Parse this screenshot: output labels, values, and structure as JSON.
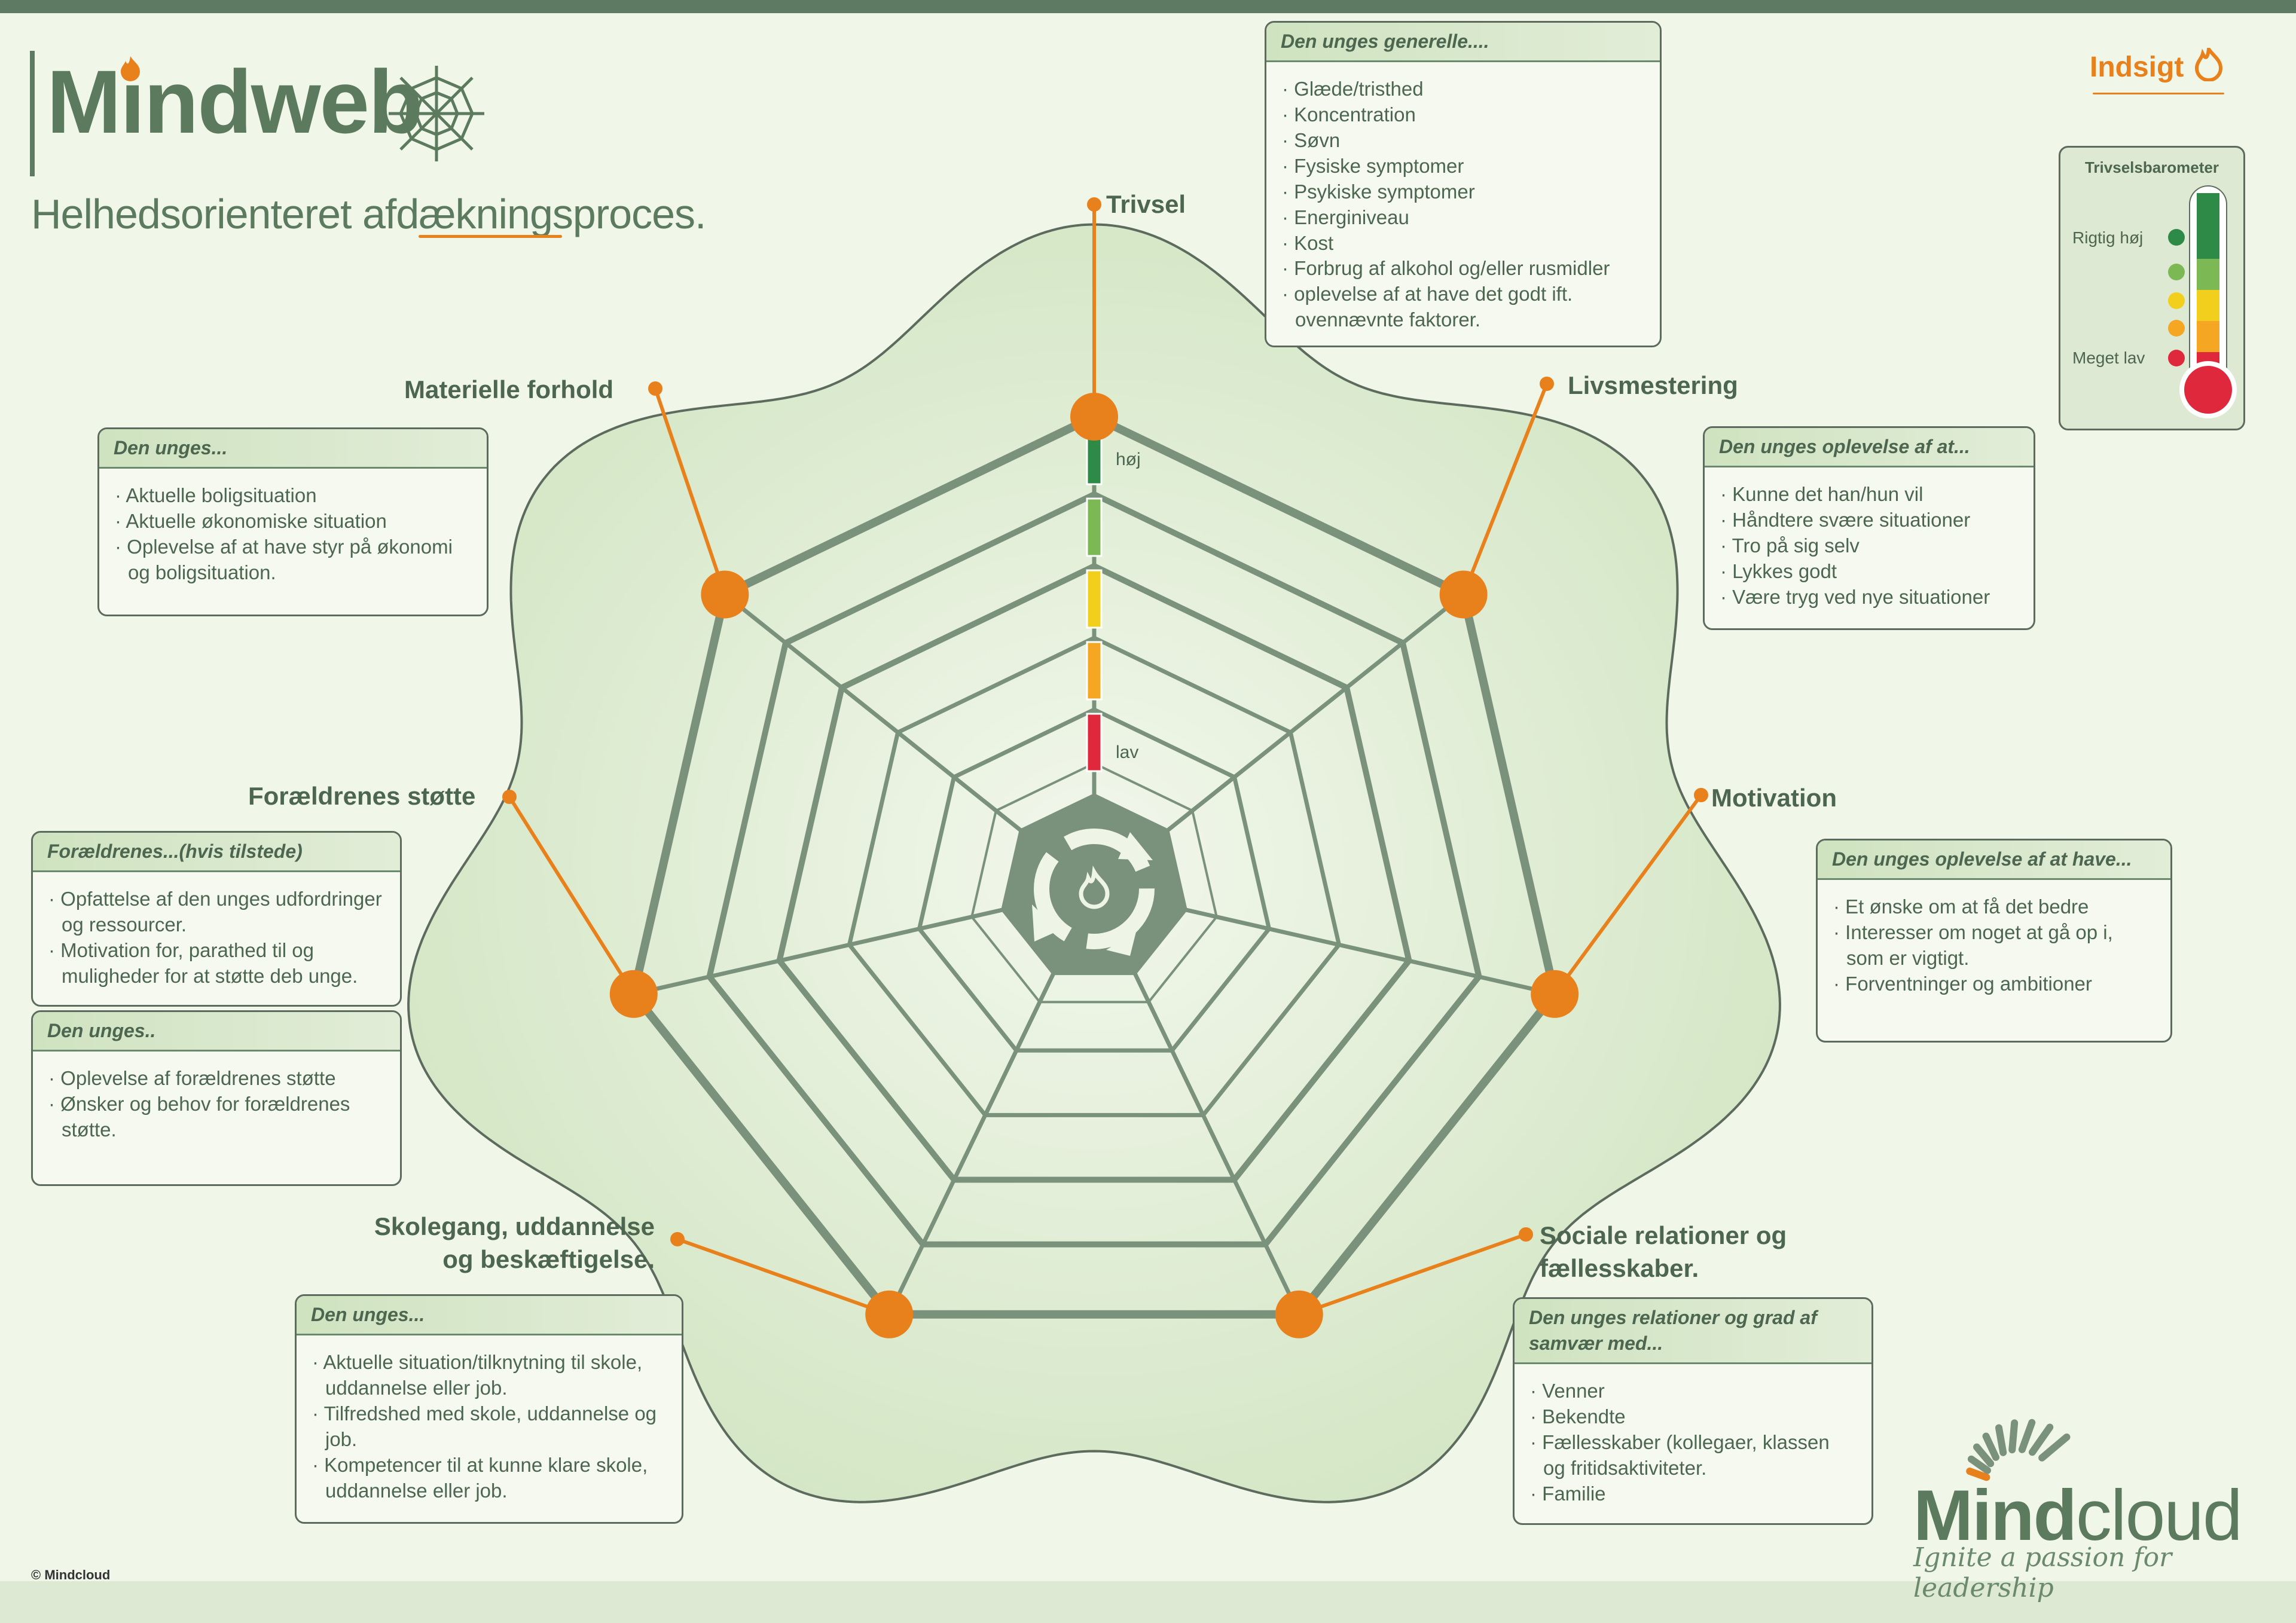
{
  "header": {
    "logo": "Mindweb",
    "subtitle": "Helhedsorienteret afdækningsproces.",
    "insight": "Indsigt",
    "copyright": "© Mindcloud"
  },
  "scale": {
    "high": "høj",
    "low": "lav"
  },
  "axes": [
    {
      "label": "Trivsel"
    },
    {
      "label": "Livsmestering"
    },
    {
      "label": "Motivation"
    },
    {
      "label": "Sociale relationer og\nfællesskaber."
    },
    {
      "label": "Skolegang, uddannelse\nog beskæftigelse."
    },
    {
      "label": "Forældrenes støtte"
    },
    {
      "label": "Materielle forhold"
    }
  ],
  "boxes": {
    "trivsel": {
      "heading": "Den unges generelle....",
      "items": [
        "Glæde/tristhed",
        "Koncentration",
        "Søvn",
        "Fysiske symptomer",
        "Psykiske symptomer",
        "Energiniveau",
        "Kost",
        "Forbrug af alkohol og/eller rusmidler",
        "oplevelse af at have det godt ift. ovennævnte faktorer."
      ]
    },
    "materielle": {
      "heading": "Den unges...",
      "items": [
        "Aktuelle boligsituation",
        "Aktuelle økonomiske situation",
        "Oplevelse af at have styr på økonomi og boligsituation."
      ]
    },
    "livsmestering": {
      "heading": "Den unges oplevelse af at...",
      "items": [
        "Kunne det han/hun vil",
        "Håndtere svære situationer",
        "Tro på sig selv",
        "Lykkes godt",
        "Være tryg ved nye situationer"
      ]
    },
    "motivation": {
      "heading": "Den unges oplevelse af at have...",
      "items": [
        "Et ønske om at få det bedre",
        "Interesser om noget at gå op i, som er vigtigt.",
        "Forventninger og ambitioner"
      ]
    },
    "foraeldre1": {
      "heading": "Forældrenes...(hvis tilstede)",
      "items": [
        "Opfattelse af den unges udfordringer og ressourcer.",
        "Motivation for, parathed til og muligheder for at støtte deb unge."
      ]
    },
    "foraeldre2": {
      "heading": "Den unges..",
      "items": [
        "Oplevelse af forældrenes støtte",
        "Ønsker og behov for forældrenes støtte."
      ]
    },
    "skole": {
      "heading": "Den unges...",
      "items": [
        "Aktuelle situation/tilknytning til skole, uddannelse eller job.",
        "Tilfredshed med skole, uddannelse og job.",
        "Kompetencer til at kunne klare skole, uddannelse eller job."
      ]
    },
    "sociale": {
      "heading": "Den unges relationer og grad af samvær med...",
      "items": [
        "Venner",
        "Bekendte",
        "Fællesskaber (kollegaer, klassen og fritidsaktiviteter.",
        "Familie"
      ]
    }
  },
  "barometer": {
    "title": "Trivselsbarometer",
    "high_label": "Rigtig høj",
    "low_label": "Meget lav",
    "colors": [
      "#2e8b47",
      "#7cb955",
      "#f2cf1c",
      "#f5a623",
      "#e0283c"
    ]
  },
  "brand": {
    "name_bold": "Mind",
    "name_light": "cloud",
    "tagline": "Ignite a passion for leadership"
  },
  "colors": {
    "accent": "#e8801c",
    "web": "#7a927c",
    "blob": "#d8e8c8"
  }
}
